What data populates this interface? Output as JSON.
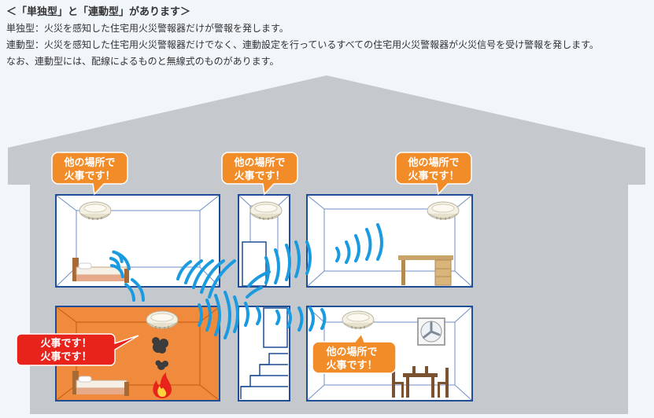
{
  "intro": {
    "heading": "＜「単独型」と「連動型」があります＞",
    "line_standalone": "単独型：火災を感知した住宅用火災警報器だけが警報を発します。",
    "line_linked": "連動型：火災を感知した住宅用火災警報器だけでなく、連動設定を行っているすべての住宅用火災警報器が火災信号を受け警報を発します。",
    "line_note": "なお、連動型には、配線によるものと無線式のものがあります。"
  },
  "bubbles": {
    "elsewhere_line1": "他の場所で",
    "elsewhere_line2": "火事です！",
    "fire_line1": "火事です！",
    "fire_line2": "火事です！"
  },
  "colors": {
    "house_gray": "#c5c9cd",
    "room_border": "#1f4e96",
    "fire_room": "#f08a3c",
    "bubble_orange": "#f28c28",
    "bubble_red": "#e8231c",
    "wave_blue": "#1a9be0"
  },
  "icons": [
    "smoke-alarm-icon",
    "bed-icon",
    "desk-icon",
    "fan-icon",
    "table-chairs-icon",
    "stairs-icon",
    "smoke-icon",
    "flame-icon",
    "wireless-wave-icon"
  ]
}
